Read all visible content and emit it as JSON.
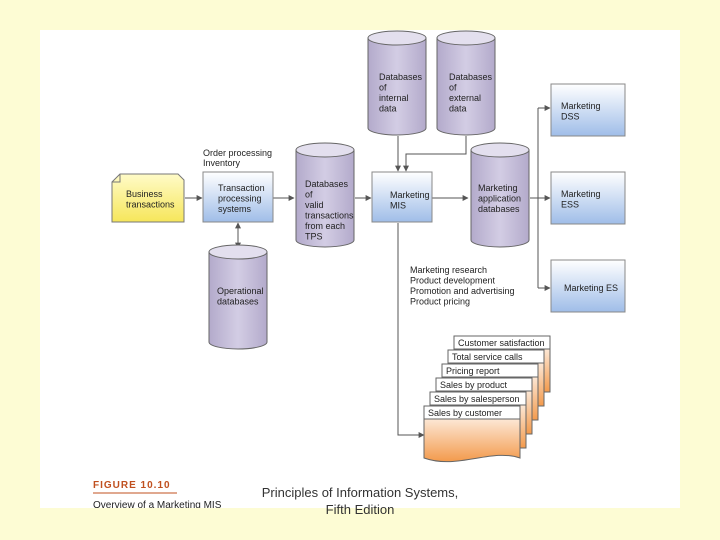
{
  "nodes": {
    "business": [
      "Business",
      "transactions"
    ],
    "tps": [
      "Transaction",
      "processing",
      "systems"
    ],
    "tps_above": [
      "Order processing",
      "Inventory"
    ],
    "operational": [
      "Operational",
      "databases"
    ],
    "valid_db": [
      "Databases",
      "of",
      "valid",
      "transactions",
      "from each",
      "TPS"
    ],
    "internal_db": [
      "Databases",
      "of",
      "internal",
      "data"
    ],
    "external_db": [
      "Databases",
      "of",
      "external",
      "data"
    ],
    "mis": [
      "Marketing",
      "MIS"
    ],
    "app_db": [
      "Marketing",
      "application",
      "databases"
    ],
    "dss": [
      "Marketing",
      "DSS"
    ],
    "ess": [
      "Marketing",
      "ESS"
    ],
    "es": [
      "Marketing ES"
    ],
    "mis_outputs": [
      "Marketing research",
      "Product development",
      "Promotion and advertising",
      "Product pricing"
    ]
  },
  "reports": [
    "Sales by customer",
    "Sales by salesperson",
    "Sales by product",
    "Pricing report",
    "Total service calls",
    "Customer satisfaction"
  ],
  "caption": {
    "title": "FIGURE 10.10",
    "subtitle": "Overview of a Marketing MIS"
  },
  "footer": [
    "Principles of Information Systems,",
    "Fifth Edition"
  ],
  "colors": {
    "db_body": "#c5bed8",
    "db_top": "#ddd8ea",
    "box_blue": "#a4c0e8",
    "box_yellow": "#fbf07a",
    "report_orange": "#f6a560",
    "caption_accent": "#c0501f"
  }
}
